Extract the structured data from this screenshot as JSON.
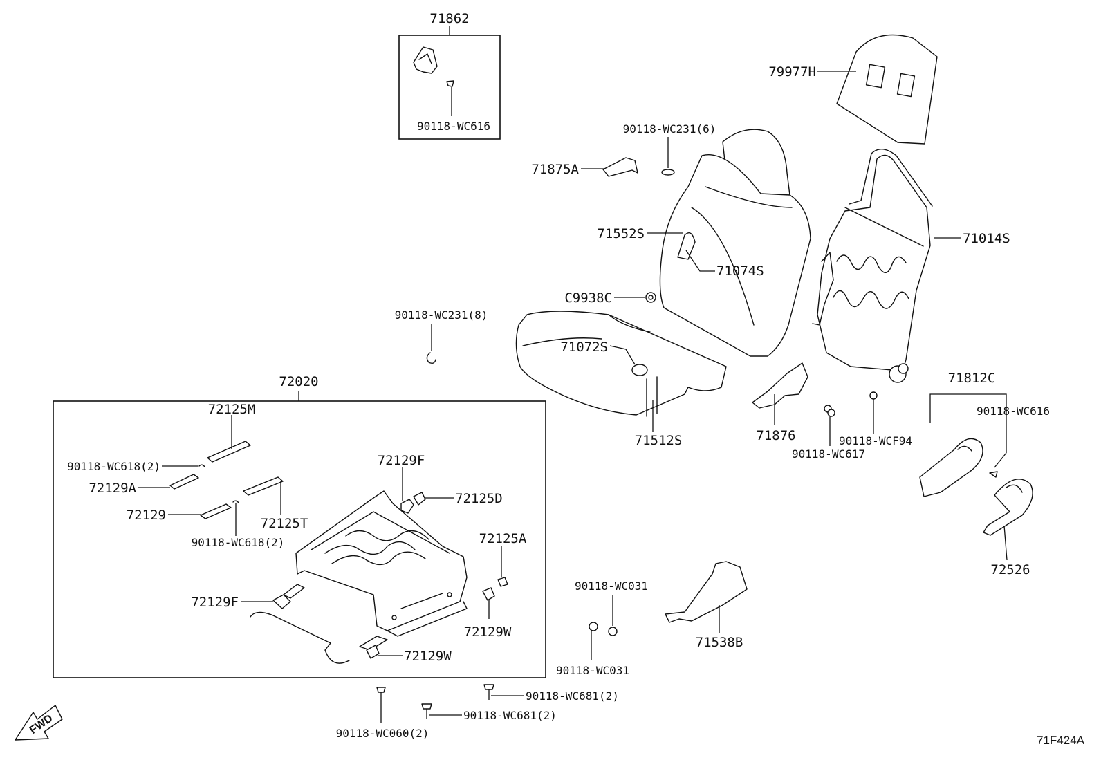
{
  "diagram": {
    "reference_code": "71F424A",
    "direction_label": "FWD",
    "assemblies": {
      "seat_frame_box": "72020",
      "kit_box": "71862",
      "trim_group": "71812C"
    },
    "parts": {
      "p71862_screw": "90118-WC616",
      "p79977H": "79977H",
      "p90118_WC231_6": "90118-WC231(6)",
      "p71875A": "71875A",
      "p71552S": "71552S",
      "p71074S": "71074S",
      "p71014S": "71014S",
      "pC9938C": "C9938C",
      "p90118_WC231_8": "90118-WC231(8)",
      "p71072S": "71072S",
      "p71512S": "71512S",
      "p71876": "71876",
      "p90118_WC617": "90118-WC617",
      "p90118_WCF94": "90118-WCF94",
      "p90118_WC616": "90118-WC616",
      "p72526": "72526",
      "p72125M": "72125M",
      "p90118_WC618_top": "90118-WC618(2)",
      "p72129A": "72129A",
      "p72129": "72129",
      "p72125T": "72125T",
      "p90118_WC618_bot": "90118-WC618(2)",
      "p72129F_top": "72129F",
      "p72125D": "72125D",
      "p72125A": "72125A",
      "p72129F_left": "72129F",
      "p72129W_right": "72129W",
      "p72129W_bottom": "72129W",
      "p90118_WC031_top": "90118-WC031",
      "p90118_WC031_bot": "90118-WC031",
      "p71538B": "71538B",
      "p90118_WC681_a": "90118-WC681(2)",
      "p90118_WC681_b": "90118-WC681(2)",
      "p90118_WC060": "90118-WC060(2)"
    }
  }
}
